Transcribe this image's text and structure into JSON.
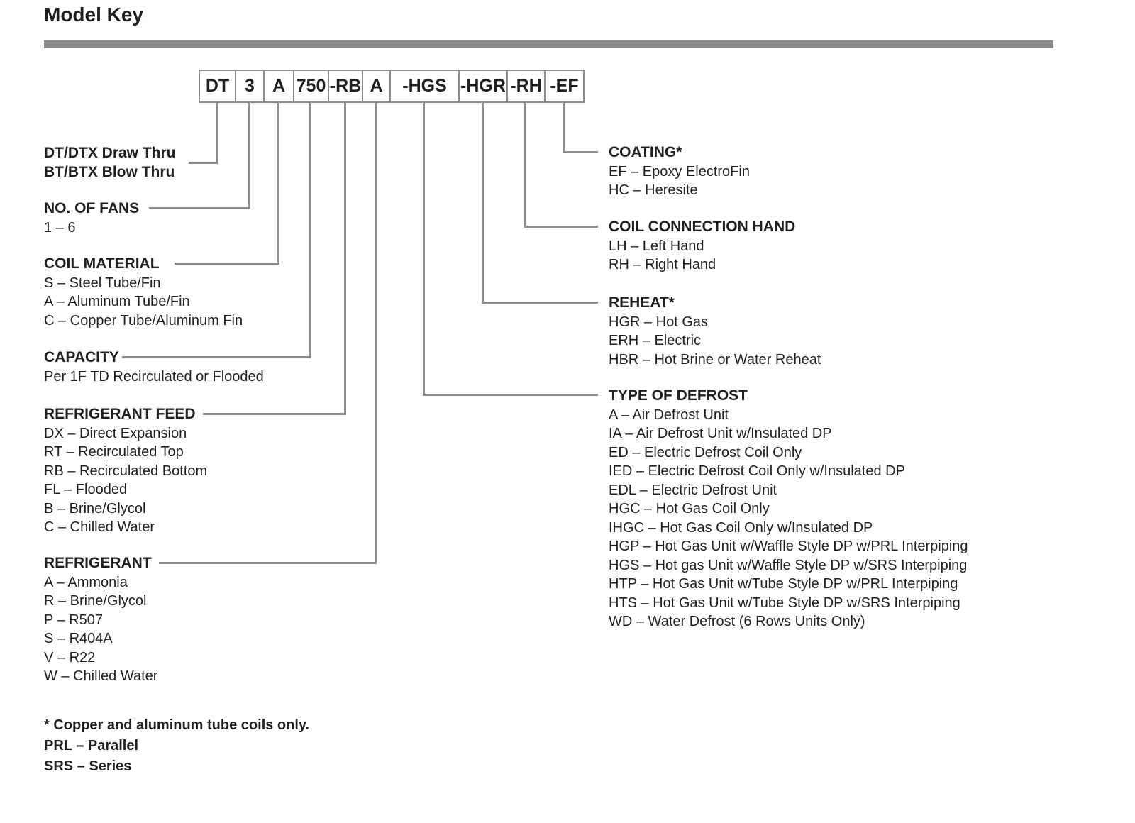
{
  "title": "Model Key",
  "model_code_boxes": [
    "DT",
    "3",
    "A",
    "750",
    "-RB",
    "A",
    "-HGS",
    "-HGR",
    "-RH",
    "-EF"
  ],
  "left_sections": [
    {
      "heading_lines": [
        "DT/DTX Draw Thru",
        "BT/BTX Blow Thru"
      ]
    },
    {
      "heading": "NO. OF FANS",
      "items": [
        "1 – 6"
      ]
    },
    {
      "heading": "COIL MATERIAL",
      "items": [
        "S – Steel Tube/Fin",
        "A – Aluminum Tube/Fin",
        "C – Copper Tube/Aluminum Fin"
      ]
    },
    {
      "heading": "CAPACITY",
      "items": [
        "Per 1F TD Recirculated or Flooded"
      ]
    },
    {
      "heading": "REFRIGERANT FEED",
      "items": [
        "DX – Direct Expansion",
        "RT – Recirculated Top",
        "RB – Recirculated Bottom",
        "FL – Flooded",
        "B – Brine/Glycol",
        "C – Chilled Water"
      ]
    },
    {
      "heading": "REFRIGERANT",
      "items": [
        "A – Ammonia",
        "R – Brine/Glycol",
        "P – R507",
        "S – R404A",
        "V – R22",
        "W – Chilled Water"
      ]
    }
  ],
  "right_sections": [
    {
      "heading": "COATING*",
      "items": [
        "EF – Epoxy ElectroFin",
        "HC – Heresite"
      ]
    },
    {
      "heading": "COIL CONNECTION HAND",
      "items": [
        "LH – Left Hand",
        "RH – Right Hand"
      ]
    },
    {
      "heading": "REHEAT*",
      "items": [
        "HGR – Hot Gas",
        "ERH – Electric",
        "HBR – Hot Brine or Water Reheat"
      ]
    },
    {
      "heading": "TYPE OF DEFROST",
      "items": [
        "A – Air Defrost Unit",
        "IA – Air Defrost Unit w/Insulated DP",
        "ED – Electric Defrost Coil Only",
        "IED – Electric Defrost Coil Only w/Insulated DP",
        "EDL – Electric Defrost Unit",
        "HGC – Hot Gas Coil Only",
        "IHGC – Hot Gas Coil Only w/Insulated DP",
        "HGP – Hot Gas Unit w/Waffle Style DP w/PRL Interpiping",
        "HGS – Hot gas Unit w/Waffle Style DP w/SRS Interpiping",
        "HTP – Hot Gas Unit w/Tube Style DP w/PRL Interpiping",
        "HTS – Hot Gas Unit w/Tube Style DP w/SRS Interpiping",
        "WD – Water Defrost (6 Rows Units Only)"
      ]
    }
  ],
  "footnotes": [
    "* Copper and aluminum tube coils only.",
    "PRL – Parallel",
    "SRS – Series"
  ],
  "colors": {
    "text": "#231f20",
    "line": "#8c8c8c",
    "rule": "#8b8b8b"
  }
}
